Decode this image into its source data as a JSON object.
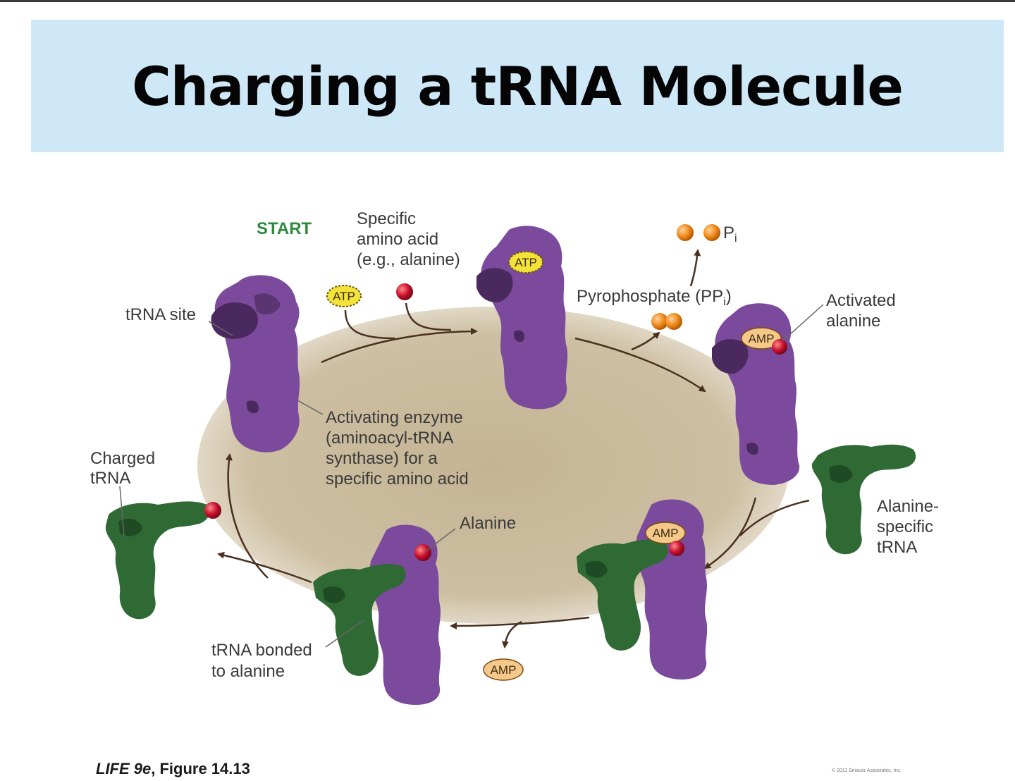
{
  "slide": {
    "title": "Charging a tRNA Molecule",
    "caption_book": "LIFE 9e",
    "caption_figure": ", Figure 14.13",
    "copyright": "© 2011 Sinauer Associates, Inc."
  },
  "labels": {
    "start": "START",
    "specific_line1": "Specific",
    "specific_line2": "amino acid",
    "specific_line3": "(e.g., alanine)",
    "trna_site": "tRNA site",
    "enzyme_line1": "Activating enzyme",
    "enzyme_line2": "(aminoacyl-tRNA",
    "enzyme_line3": "synthase) for a",
    "enzyme_line4": "specific amino acid",
    "pyrophosphate": "Pyrophosphate (PP",
    "pyrophosphate_sub": "i",
    "pyrophosphate_end": ")",
    "pi": "P",
    "pi_sub": "i",
    "activated_line1": "Activated",
    "activated_line2": "alanine",
    "charged_line1": "Charged",
    "charged_line2": "tRNA",
    "alanine": "Alanine",
    "alanine_specific_line1": "Alanine-",
    "alanine_specific_line2": "specific",
    "alanine_specific_line3": "tRNA",
    "bonded_line1": "tRNA bonded",
    "bonded_line2": "to alanine"
  },
  "molecules": {
    "atp_left": "ATP",
    "atp_enzyme": "ATP",
    "amp_enzyme": "AMP",
    "amp_complex": "AMP",
    "amp_released": "AMP"
  },
  "colors": {
    "enzyme": "#7b4a9c",
    "enzyme_dark": "#4a2a5e",
    "trna": "#2f6a35",
    "oval": "#cdbfa2",
    "alanine": "#c8102e",
    "atp": "#f2e23a",
    "amp": "#f6c98a",
    "phosphate": "#f08a1c",
    "arrow": "#4a3020"
  }
}
